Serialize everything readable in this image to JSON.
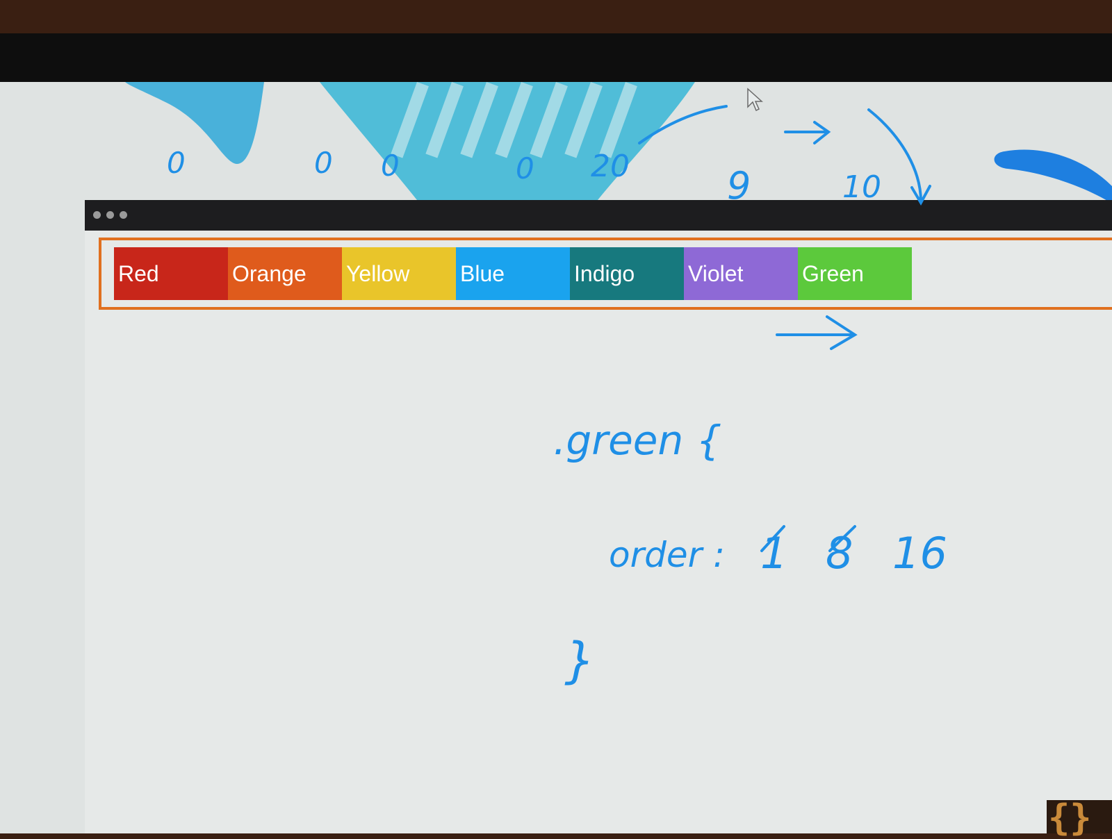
{
  "browser": {
    "title": ""
  },
  "flex_items": [
    {
      "label": "Red",
      "color": "#c8261a"
    },
    {
      "label": "Orange",
      "color": "#df5b1c"
    },
    {
      "label": "Yellow",
      "color": "#e9c52a"
    },
    {
      "label": "Blue",
      "color": "#1aa3ee"
    },
    {
      "label": "Indigo",
      "color": "#17797e"
    },
    {
      "label": "Violet",
      "color": "#8e69d6"
    },
    {
      "label": "Green",
      "color": "#5cc93c"
    }
  ],
  "container_border_color": "#e0701f",
  "annotations": {
    "order_values": [
      "0",
      "0",
      "0",
      "0",
      "20",
      "9",
      "10"
    ],
    "selector": ".green {",
    "property": "order :",
    "struck_values": [
      "1",
      "8"
    ],
    "value": "16",
    "closing_brace": "}",
    "ink_color": "#1f8fe6"
  }
}
